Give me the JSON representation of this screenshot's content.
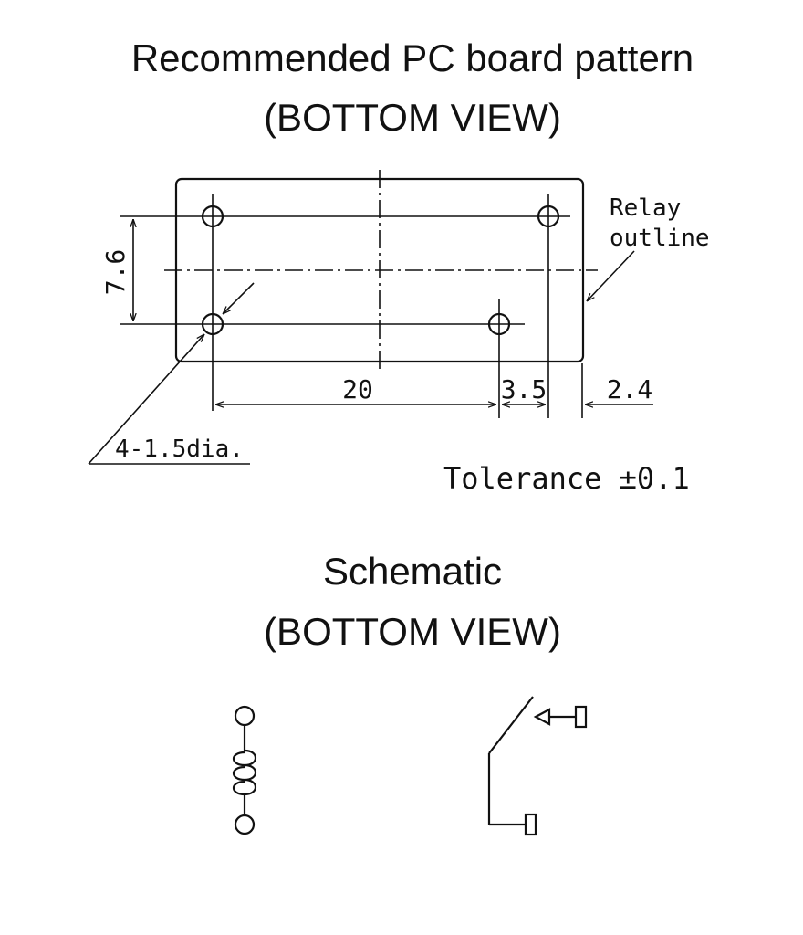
{
  "pcb": {
    "title": "Recommended PC board pattern",
    "view": "(BOTTOM VIEW)",
    "outline_label_1": "Relay",
    "outline_label_2": "outline",
    "dim_vertical": "7.6",
    "dim_pitch": "20",
    "dim_offset": "3.5",
    "dim_edge": "2.4",
    "hole_callout": "4-1.5dia.",
    "tolerance": "Tolerance ±0.1"
  },
  "schematic": {
    "title": "Schematic",
    "view": "(BOTTOM VIEW)"
  }
}
